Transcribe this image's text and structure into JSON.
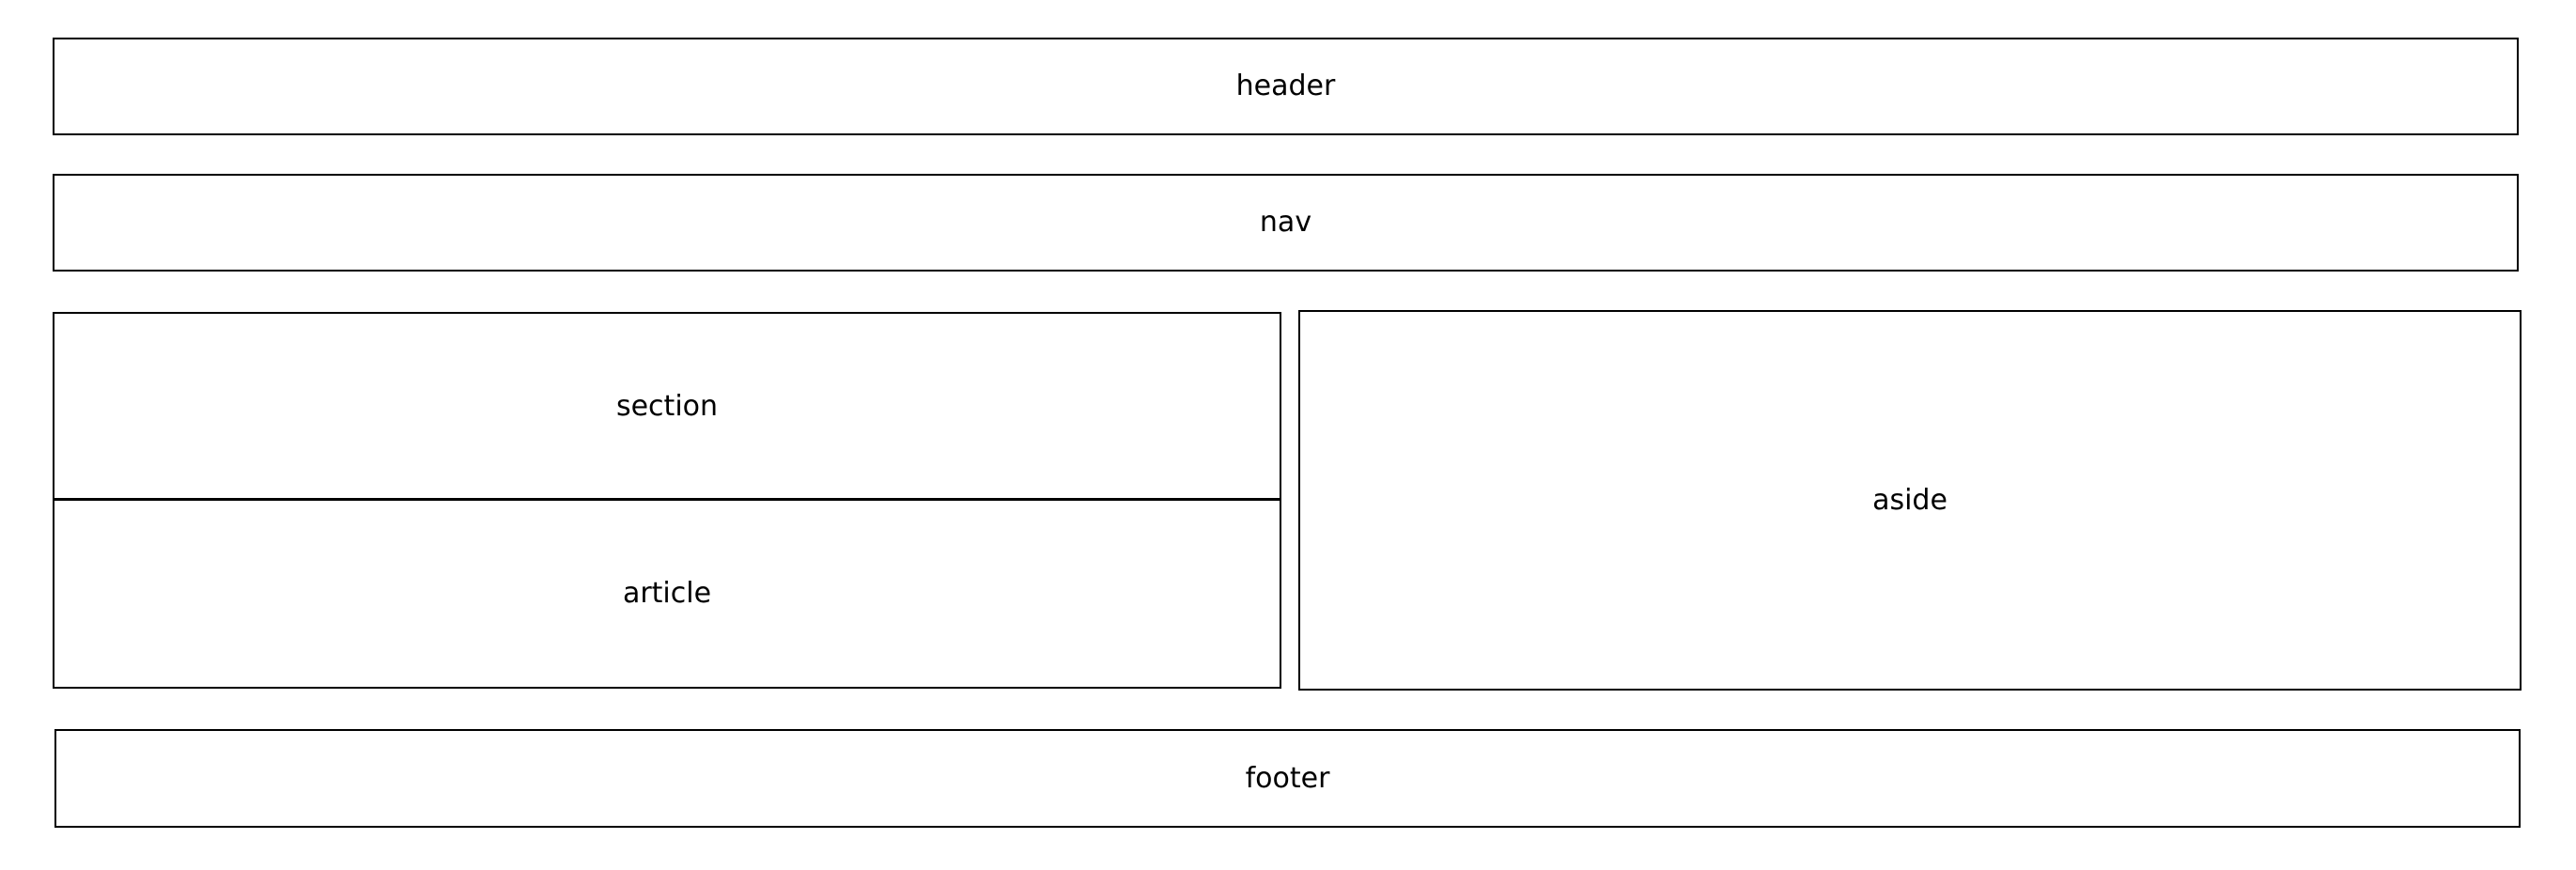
{
  "layout": {
    "header": {
      "label": "header"
    },
    "nav": {
      "label": "nav"
    },
    "section": {
      "label": "section"
    },
    "article": {
      "label": "article"
    },
    "aside": {
      "label": "aside"
    },
    "footer": {
      "label": "footer"
    }
  },
  "colors": {
    "border": "#000000",
    "background": "#ffffff",
    "text": "#000000"
  }
}
